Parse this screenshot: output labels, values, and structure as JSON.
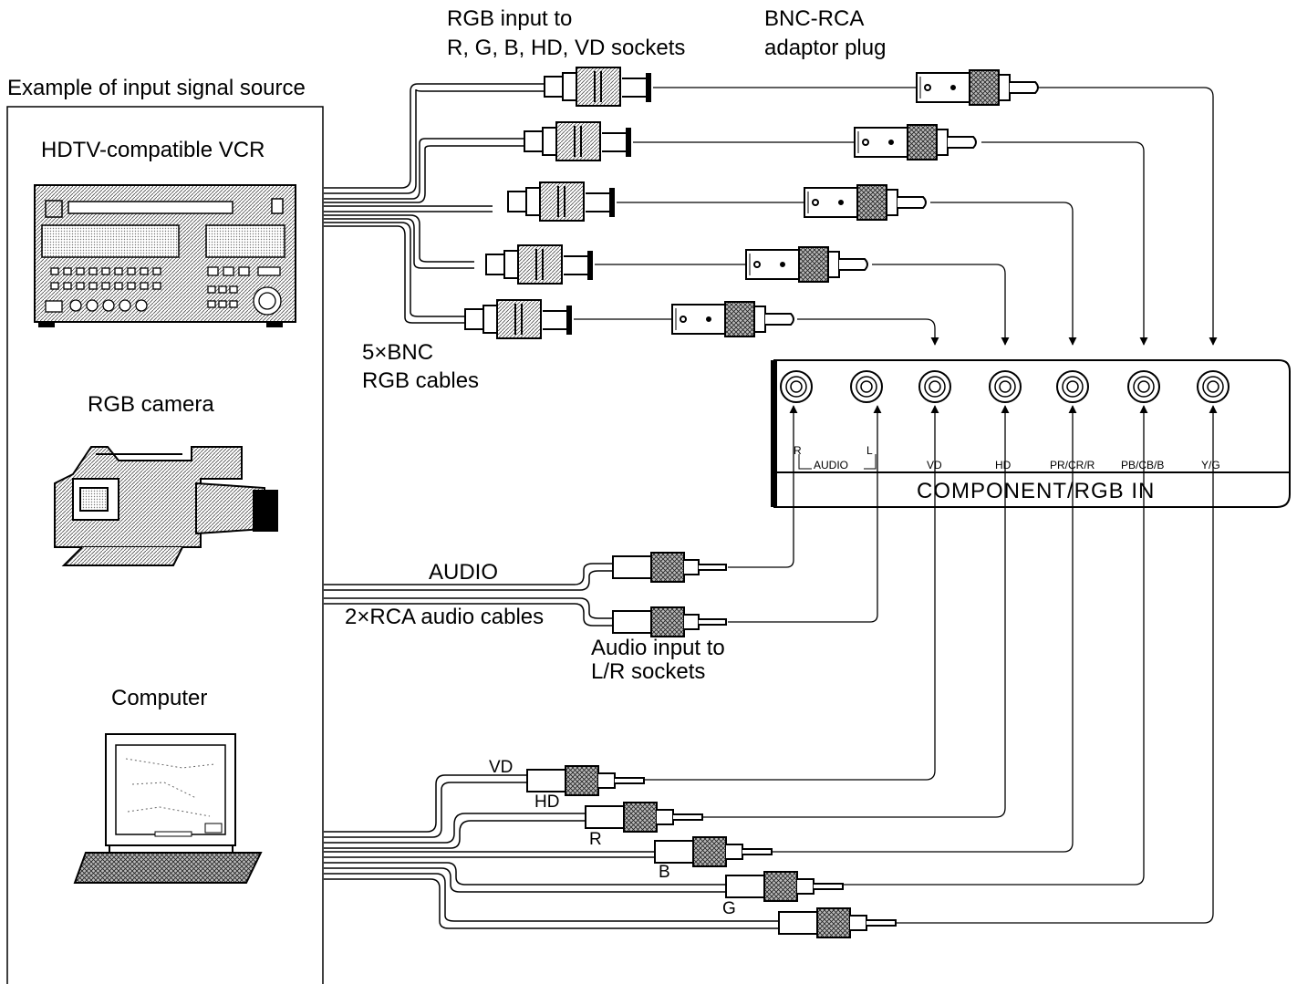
{
  "source_box": {
    "title": "Example of input signal source",
    "devices": [
      {
        "name": "HDTV-compatible VCR",
        "icon": "vcr-icon"
      },
      {
        "name": "RGB camera",
        "icon": "camera-icon"
      },
      {
        "name": "Computer",
        "icon": "computer-icon"
      }
    ]
  },
  "labels": {
    "rgb_input": [
      "RGB input to",
      "R, G, B, HD, VD sockets"
    ],
    "bnc_rca": [
      "BNC-RCA",
      "adaptor plug"
    ],
    "bnc_cables": [
      "5×BNC",
      "RGB cables"
    ],
    "audio": "AUDIO",
    "rca_audio_cables": "2×RCA audio cables",
    "audio_input": [
      "Audio input to",
      "L/R sockets"
    ],
    "computer_cables": [
      "VD",
      "HD",
      "R",
      "B",
      "G"
    ]
  },
  "panel": {
    "title": "COMPONENT/RGB IN",
    "audio_group": "AUDIO",
    "audio_r": "R",
    "audio_l": "L",
    "sockets": [
      "VD",
      "HD",
      "PR/CR/R",
      "PB/CB/B",
      "Y/G"
    ]
  }
}
